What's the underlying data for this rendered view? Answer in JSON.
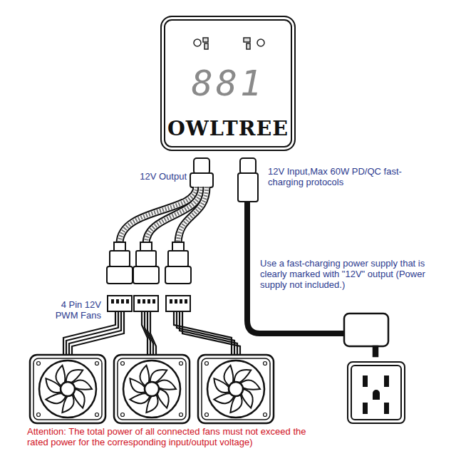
{
  "diagram": {
    "nodes": [
      {
        "text": [
          "881",
          "OWLTREE"
        ]
      }
    ],
    "labels": [
      "12V Output",
      "12V Input,Max 60W PD/QC fast-charging protocols",
      "Use a fast-charging power supply that is clearly marked with \"12V\" output (Power supply not included.)",
      "4 Pin 12V PWM Fans",
      "Attention: The total power of all connected fans must not exceed the rated power for the corresponding input/output voltage)"
    ]
  }
}
